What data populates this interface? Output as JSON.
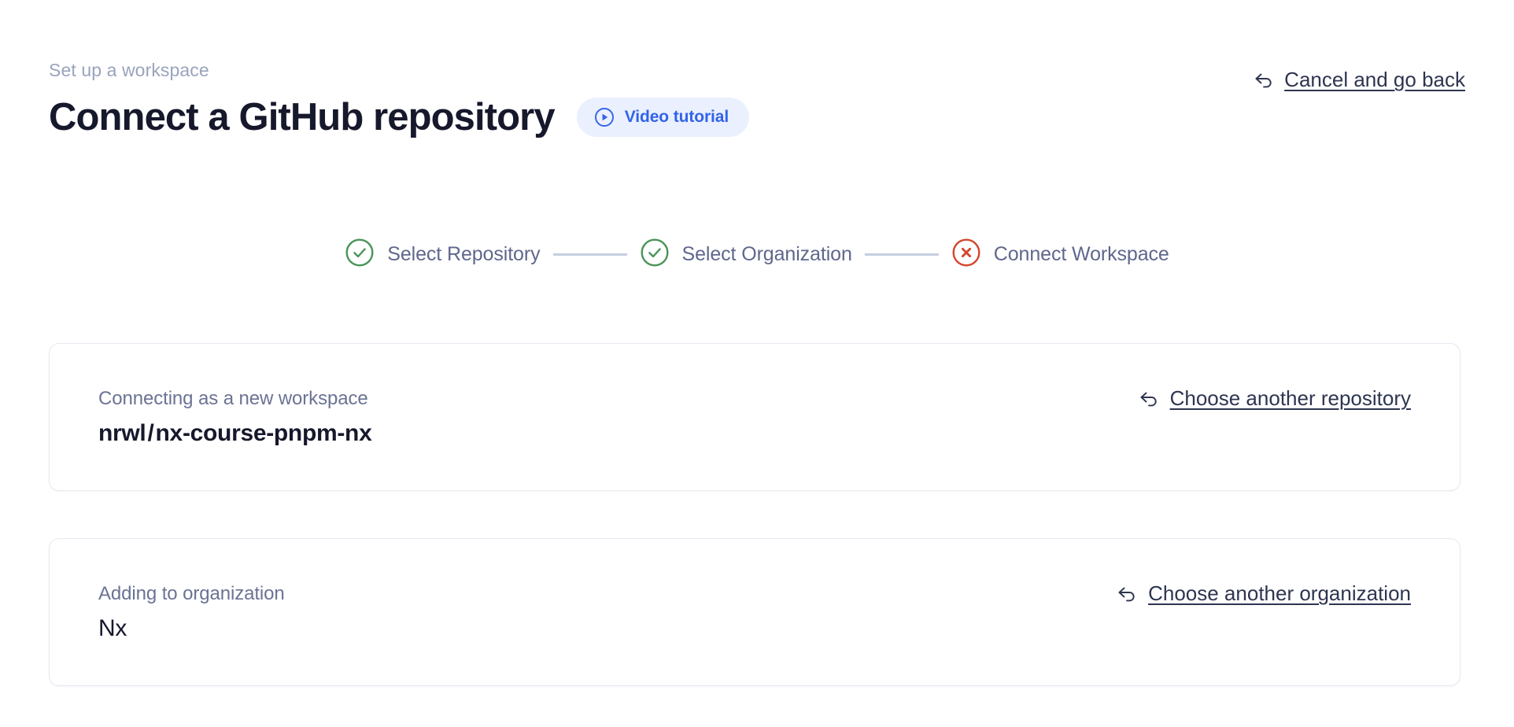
{
  "header": {
    "eyebrow": "Set up a workspace",
    "title": "Connect a GitHub repository",
    "video_badge": {
      "label": "Video tutorial",
      "icon": "play-circle-icon",
      "bg_color": "#eaf0fe",
      "text_color": "#3263e9"
    },
    "cancel": {
      "label": "Cancel and go back",
      "icon": "back-arrow-icon"
    }
  },
  "stepper": {
    "steps": [
      {
        "label": "Select Repository",
        "state": "complete",
        "icon": "check-circle-icon",
        "color": "#4a9458"
      },
      {
        "label": "Select Organization",
        "state": "complete",
        "icon": "check-circle-icon",
        "color": "#4a9458"
      },
      {
        "label": "Connect Workspace",
        "state": "error",
        "icon": "x-circle-icon",
        "color": "#d4452e"
      }
    ],
    "connector_color": "#c6cde0",
    "label_color": "#5f678c"
  },
  "cards": [
    {
      "caption": "Connecting as a new workspace",
      "owner": "nrwl",
      "separator": "/",
      "repo": "nx-course-pnpm-nx",
      "action": {
        "label": "Choose another repository",
        "icon": "back-arrow-icon"
      }
    },
    {
      "caption": "Adding to organization",
      "value": "Nx",
      "action": {
        "label": "Choose another organization",
        "icon": "back-arrow-icon"
      }
    }
  ],
  "theme": {
    "background": "#ffffff",
    "text_primary": "#16182c",
    "text_muted": "#6b7394",
    "eyebrow": "#9aa3bd",
    "card_border": "#e8e9f2",
    "link": "#2e3550"
  }
}
